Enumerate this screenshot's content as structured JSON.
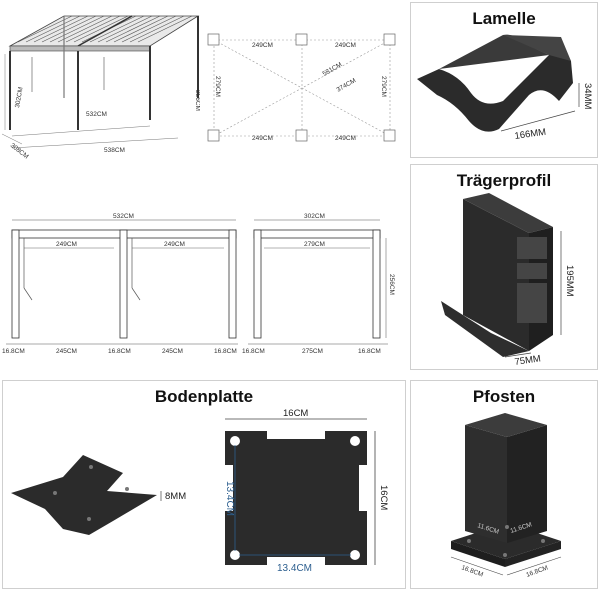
{
  "titles": {
    "lamelle": "Lamelle",
    "traegerprofil": "Trägerprofil",
    "bodenplatte": "Bodenplatte",
    "pfosten": "Pfosten"
  },
  "pergola_3d": {
    "depth": "302CM",
    "height": "256CM",
    "width_inner": "532CM",
    "width_outer": "538CM",
    "depth_outer": "308CM"
  },
  "top_view": {
    "span_a": "249CM",
    "span_b": "249CM",
    "span_c": "249CM",
    "span_d": "249CM",
    "side_left": "279CM",
    "side_right": "279CM",
    "diag_a": "581CM",
    "diag_b": "374CM"
  },
  "lamelle": {
    "width": "166MM",
    "height": "34MM"
  },
  "traeger": {
    "height": "195MM",
    "width": "75MM"
  },
  "front_view": {
    "total": "532CM",
    "span_a": "249CM",
    "span_b": "249CM",
    "post_l": "16.8CM",
    "gap_a": "245CM",
    "post_m": "16.8CM",
    "gap_b": "245CM",
    "post_r": "16.8CM"
  },
  "side_view": {
    "total": "302CM",
    "span": "279CM",
    "height": "256CM",
    "post_l": "16.8CM",
    "gap": "275CM",
    "post_r": "16.8CM"
  },
  "bodenplatte": {
    "thickness": "8MM",
    "top": "16CM",
    "right": "16CM",
    "hole_v": "13.4CM",
    "hole_h": "13.4CM"
  },
  "pfosten": {
    "inner_a": "11.6CM",
    "inner_b": "11.6CM",
    "outer_a": "16.8CM",
    "outer_b": "16.8CM"
  },
  "colors": {
    "product": "#2b2b2b",
    "line": "#555555",
    "blue": "#2d5f8f"
  }
}
